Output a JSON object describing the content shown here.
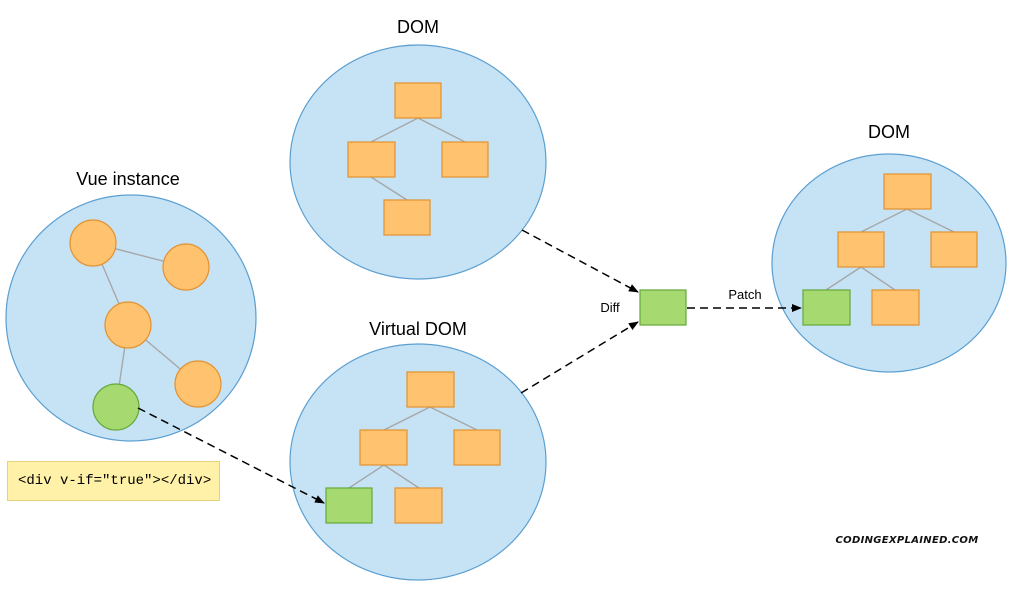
{
  "labels": {
    "dom_top": "DOM",
    "vue_instance": "Vue instance",
    "virtual_dom": "Virtual DOM",
    "dom_right": "DOM",
    "diff": "Diff",
    "patch": "Patch",
    "code_snippet": "<div v-if=\"true\"></div>",
    "brand": "CODINGEXPLAINED.COM"
  },
  "colors": {
    "blob_fill": "#c6e3f5",
    "node_orange": "#ffc26e",
    "node_green": "#a6d96f",
    "code_box": "#fff1a8"
  }
}
